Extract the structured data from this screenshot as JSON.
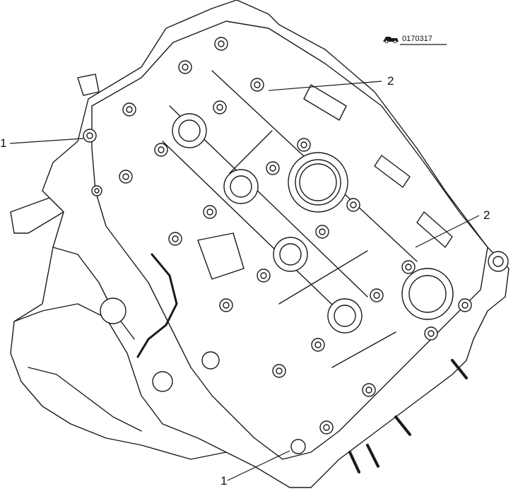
{
  "figure": {
    "code": "0170317",
    "code_icon": "camera-icon"
  },
  "callouts": [
    {
      "label": "1"
    },
    {
      "label": "2"
    },
    {
      "label": "2"
    },
    {
      "label": "1"
    }
  ],
  "colors": {
    "line": "#1a1a1a",
    "engine_fill": "#ffffff",
    "background": "#ffffff"
  }
}
